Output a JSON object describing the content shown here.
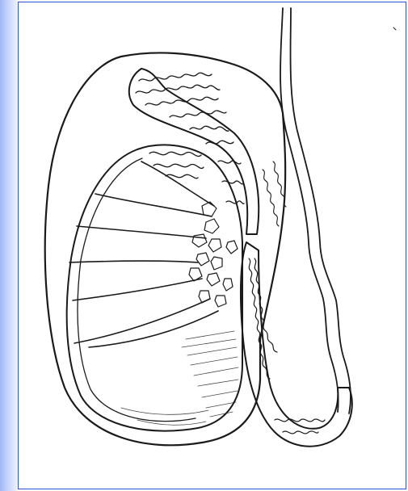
{
  "figure": {
    "subject": "sectional-illustration",
    "style": "black line engraving on white",
    "frame_colors": {
      "border": "#2f52d6",
      "gradient": "#9fb7f5",
      "paper": "#ffffff",
      "ink": "#1a1a1a"
    },
    "lobule_septa_count": 6
  }
}
